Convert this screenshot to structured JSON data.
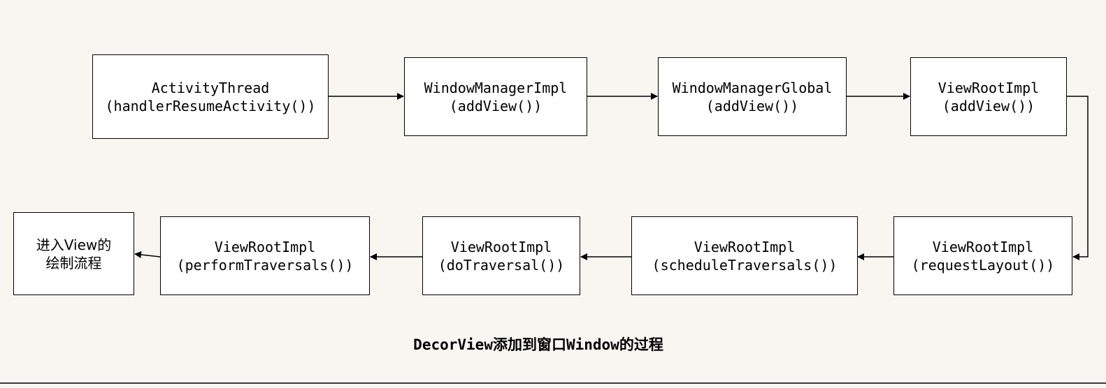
{
  "nodes": {
    "activity_thread": {
      "name": "ActivityThread",
      "call": "(handlerResumeActivity())"
    },
    "window_manager_impl": {
      "name": "WindowManagerImpl",
      "call": "(addView())"
    },
    "window_manager_global": {
      "name": "WindowManagerGlobal",
      "call": "(addView())"
    },
    "view_root_impl_add_view": {
      "name": "ViewRootImpl",
      "call": "(addView())"
    },
    "view_root_impl_request_layout": {
      "name": "ViewRootImpl",
      "call": "(requestLayout())"
    },
    "view_root_impl_schedule_traversals": {
      "name": "ViewRootImpl",
      "call": "(scheduleTraversals())"
    },
    "view_root_impl_do_traversal": {
      "name": "ViewRootImpl",
      "call": "(doTraversal())"
    },
    "view_root_impl_perform_traversals": {
      "name": "ViewRootImpl",
      "call": "(performTraversals())"
    },
    "enter_view_drawing": {
      "line1": "进入View的",
      "line2": "绘制流程"
    }
  },
  "edges": [
    [
      "activity_thread",
      "window_manager_impl"
    ],
    [
      "window_manager_impl",
      "window_manager_global"
    ],
    [
      "window_manager_global",
      "view_root_impl_add_view"
    ],
    [
      "view_root_impl_add_view",
      "view_root_impl_request_layout"
    ],
    [
      "view_root_impl_request_layout",
      "view_root_impl_schedule_traversals"
    ],
    [
      "view_root_impl_schedule_traversals",
      "view_root_impl_do_traversal"
    ],
    [
      "view_root_impl_do_traversal",
      "view_root_impl_perform_traversals"
    ],
    [
      "view_root_impl_perform_traversals",
      "enter_view_drawing"
    ]
  ],
  "caption": "DecorView添加到窗口Window的过程"
}
